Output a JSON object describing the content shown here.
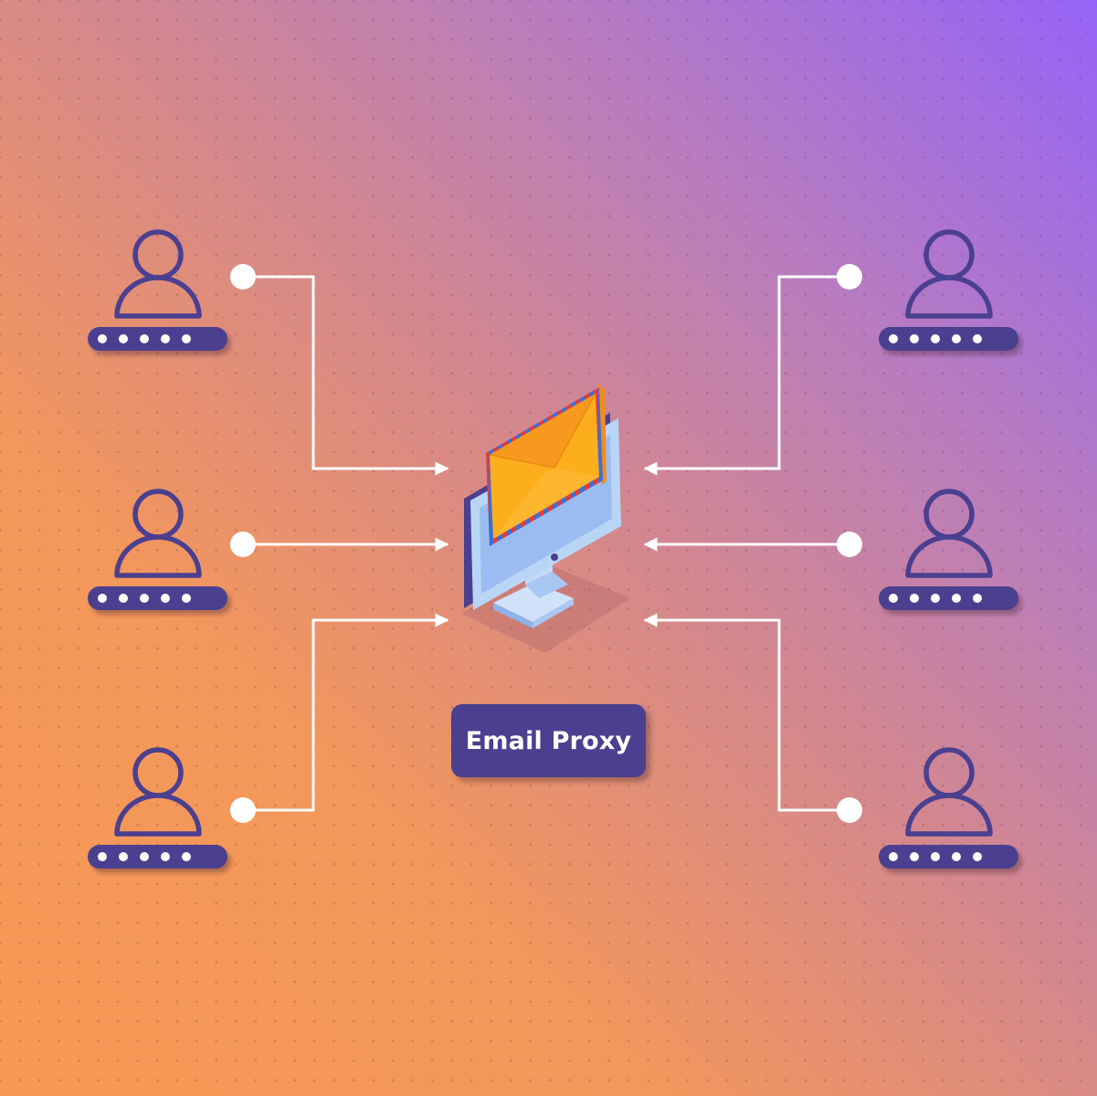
{
  "center_label": "Email Proxy",
  "colors": {
    "user": "#4b3f8f",
    "connector": "#ffffff",
    "envelope": "#fdae1c",
    "envelope_flap": "#f7991e",
    "monitor_frame": "#b9d5f6",
    "monitor_screen": "#9bbcf0",
    "monitor_back": "#4b3f8f"
  },
  "icons": [
    "user-icon",
    "password-field-icon",
    "connector-dot-icon",
    "arrow-icon",
    "monitor-icon",
    "envelope-icon"
  ],
  "users": {
    "left": [
      {
        "id": "user-left-top",
        "password": "•••••"
      },
      {
        "id": "user-left-middle",
        "password": "•••••"
      },
      {
        "id": "user-left-bottom",
        "password": "•••••"
      }
    ],
    "right": [
      {
        "id": "user-right-top",
        "password": "•••••"
      },
      {
        "id": "user-right-middle",
        "password": "•••••"
      },
      {
        "id": "user-right-bottom",
        "password": "•••••"
      }
    ]
  }
}
